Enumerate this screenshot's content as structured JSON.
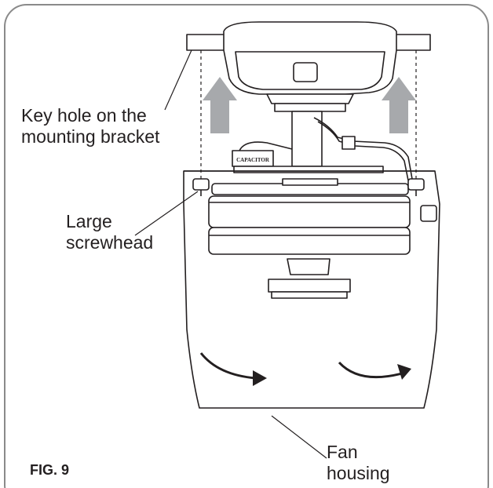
{
  "labels": {
    "keyhole_line1": "Key hole on the",
    "keyhole_line2": "mounting bracket",
    "screw_line1": "Large",
    "screw_line2": "screwhead",
    "fan_line1": "Fan",
    "fan_line2": "housing"
  },
  "capacitor_text": "CAPACITOR",
  "figure_label": "FIG. 9",
  "colors": {
    "line": "#231f20",
    "arrow_fill": "#a7a9ac",
    "frame": "#8a8a8a"
  },
  "icons": [
    "up-arrow-icon",
    "curved-arrow-icon"
  ]
}
